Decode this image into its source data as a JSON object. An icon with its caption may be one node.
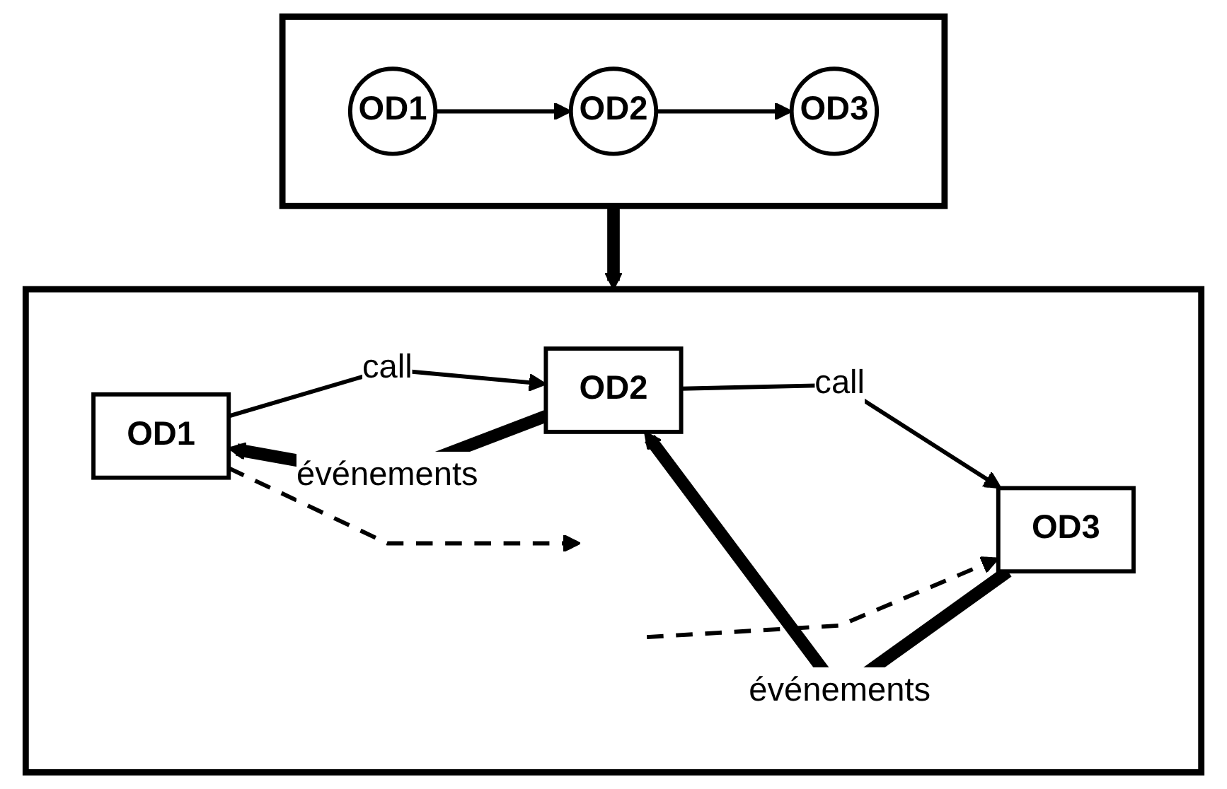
{
  "diagram": {
    "nodes": [
      {
        "text": [],
        "shape": "box"
      },
      {
        "text": [
          "OD1"
        ],
        "in": 0
      },
      {
        "text": [
          "OD2"
        ],
        "in": 0
      },
      {
        "text": [
          "OD3"
        ],
        "in": 0
      },
      {
        "text": [],
        "shape": "box"
      },
      {
        "text": [
          "OD1"
        ],
        "in": 4
      },
      {
        "text": [
          "OD2"
        ],
        "in": 4
      },
      {
        "text": [
          "OD3"
        ],
        "in": 4
      }
    ],
    "edges": [
      {
        "from": 1,
        "to": 2,
        "arrow": "to"
      },
      {
        "from": 2,
        "to": 3,
        "arrow": "to"
      },
      {
        "from": 0,
        "to": 4,
        "arrow": "to",
        "style": "thick"
      },
      {
        "from": 5,
        "to": 6,
        "arrow": "to",
        "label": "call"
      },
      {
        "from": 6,
        "to": 7,
        "arrow": "to",
        "label": "call"
      },
      {
        "from": 6,
        "to": 5,
        "arrow": "to",
        "label": "événements",
        "style": "thick"
      },
      {
        "from": 7,
        "to": 6,
        "arrow": "to",
        "label": "événements",
        "style": "thick"
      },
      {
        "from": 5,
        "to": null,
        "arrow": "to",
        "style": "dashed"
      },
      {
        "from": null,
        "to": 7,
        "arrow": "to",
        "style": "dashed"
      }
    ]
  }
}
